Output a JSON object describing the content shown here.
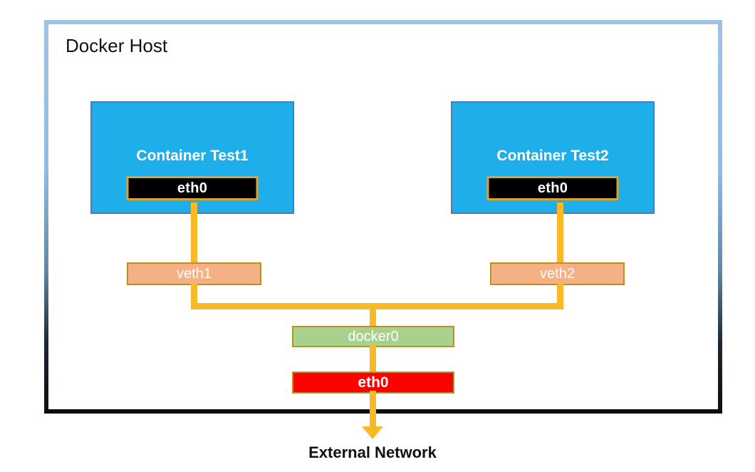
{
  "diagram": {
    "title": "Docker Host",
    "type": "docker-bridge-network-topology",
    "containers": [
      {
        "name": "Container Test1",
        "interface": "eth0"
      },
      {
        "name": "Container Test2",
        "interface": "eth0"
      }
    ],
    "veth_pairs": [
      {
        "label": "veth1"
      },
      {
        "label": "veth2"
      }
    ],
    "bridge": {
      "label": "docker0"
    },
    "host_interface": {
      "label": "eth0"
    },
    "external": {
      "label": "External Network"
    },
    "colors": {
      "frame_top": "#9dc3e6",
      "frame_bottom": "#0d0d0d",
      "container_fill": "#1eaeea",
      "container_border": "#4a7db5",
      "eth0_container_fill": "#000000",
      "eth0_container_border": "#dfa22e",
      "veth_fill": "#f4b183",
      "box_border": "#bf8f20",
      "docker0_fill": "#a9d18e",
      "host_eth0_fill": "#ff0000",
      "wire": "#f8b926",
      "text_light": "#ffffff",
      "text_dark": "#111111"
    }
  }
}
